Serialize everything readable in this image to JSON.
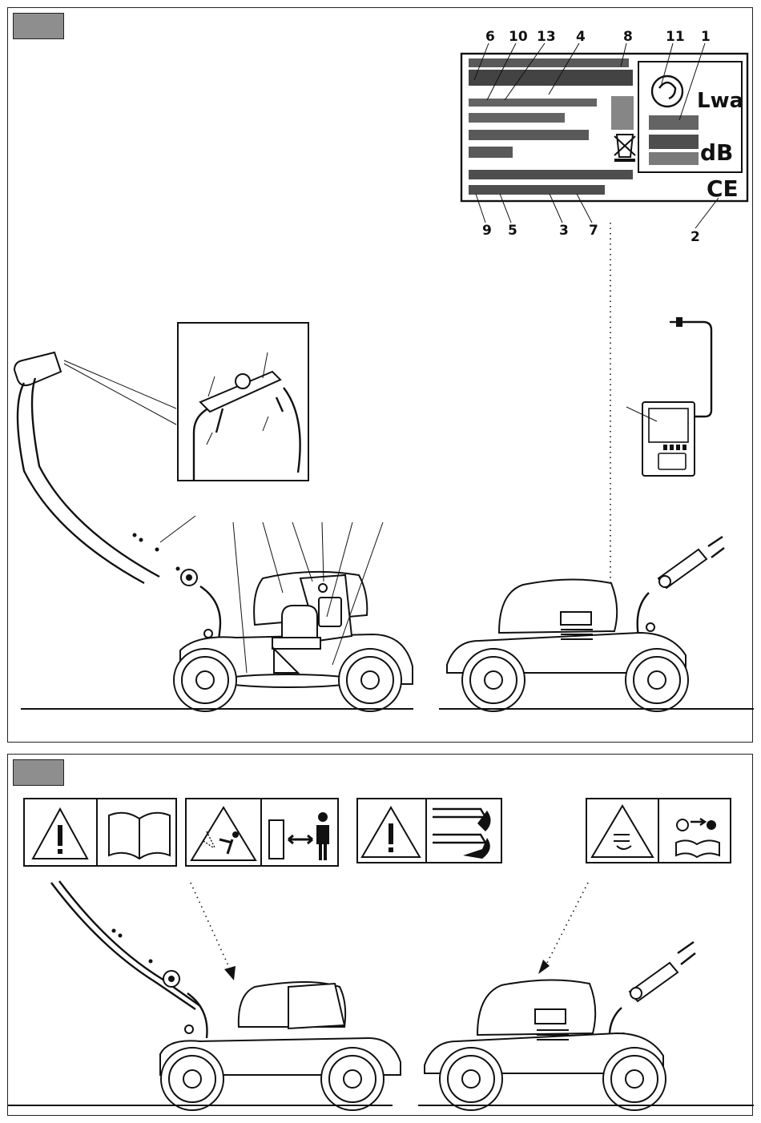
{
  "figure_top": {
    "label_callouts_top": [
      "6",
      "10",
      "13",
      "4",
      "8",
      "11",
      "1"
    ],
    "label_callouts_bottom": [
      "9",
      "5",
      "3",
      "7",
      "2"
    ],
    "rating_plate": {
      "lwa_symbol": "Lwa",
      "db_unit": "dB",
      "ce_mark": "CE"
    }
  },
  "figure_bottom": {
    "warning_labels": [
      {
        "name": "read-manual-warning",
        "icon": "book-icon"
      },
      {
        "name": "keep-bystanders-away-warning",
        "icon": "person-distance-icon"
      },
      {
        "name": "blade-hazard-warning",
        "icon": "blade-foot-icon"
      },
      {
        "name": "remove-key-before-maintenance-warning",
        "icon": "key-manual-icon"
      }
    ]
  }
}
